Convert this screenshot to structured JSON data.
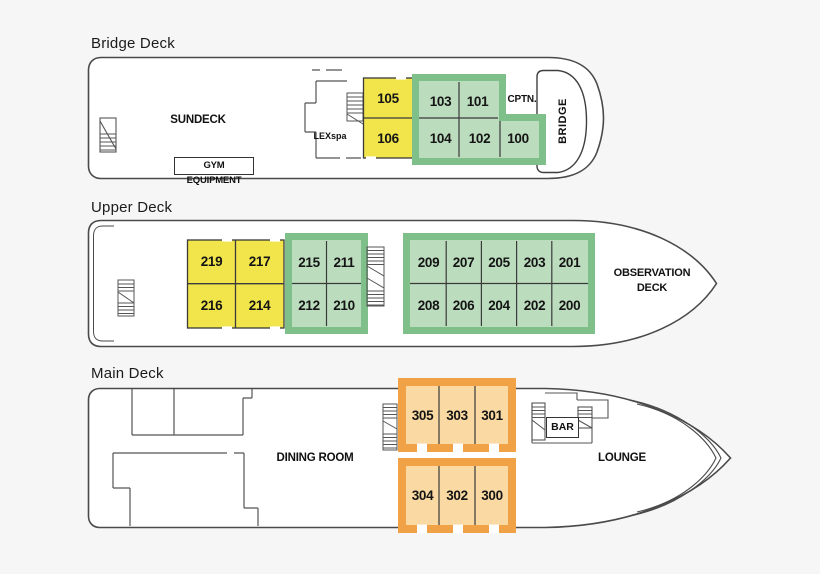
{
  "colors": {
    "background": "#f6f6f6",
    "hull_fill": "#ffffff",
    "outline": "#4a4a4a",
    "cabin_yellow": "#f2e54c",
    "cabin_green_fill": "#bcdcbe",
    "cabin_green_border": "#7fc08a",
    "cabin_orange_fill": "#fad9a2",
    "cabin_orange_border": "#f1a246"
  },
  "bridge_deck": {
    "title": "Bridge Deck",
    "sundeck_label": "SUNDECK",
    "gym_label": "GYM EQUIPMENT",
    "lexspa_label": "LEXspa",
    "captain_label": "CPTN.",
    "bridge_label": "BRIDGE",
    "yellow_cabins": [
      "105",
      "106"
    ],
    "green_cabins": [
      "103",
      "101",
      "104",
      "102",
      "100"
    ]
  },
  "upper_deck": {
    "title": "Upper Deck",
    "observation_label": "OBSERVATION DECK",
    "yellow_cabins": [
      "219",
      "217",
      "216",
      "214"
    ],
    "green_cabins_aft": [
      "215",
      "211",
      "212",
      "210"
    ],
    "green_cabins_forward": [
      "209",
      "207",
      "205",
      "203",
      "201",
      "208",
      "206",
      "204",
      "202",
      "200"
    ]
  },
  "main_deck": {
    "title": "Main Deck",
    "dining_label": "DINING ROOM",
    "bar_label": "BAR",
    "lounge_label": "LOUNGE",
    "cabins_top": [
      "305",
      "303",
      "301"
    ],
    "cabins_bottom": [
      "304",
      "302",
      "300"
    ]
  }
}
